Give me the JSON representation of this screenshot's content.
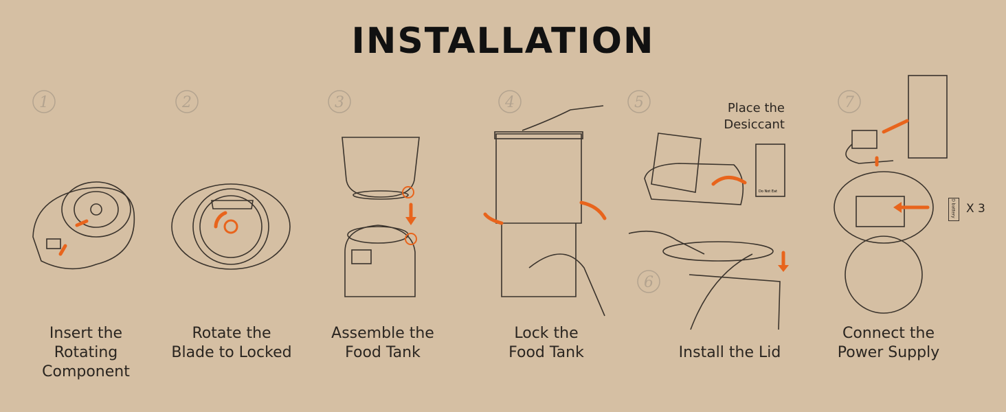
{
  "title": "INSTALLATION",
  "accent_color": "#e8641c",
  "background_color": "#d5bfa3",
  "steps": [
    {
      "number": "1",
      "caption": "Insert the\nRotating\nComponent"
    },
    {
      "number": "2",
      "caption": "Rotate the\nBlade to Locked"
    },
    {
      "number": "3",
      "caption": "Assemble the\nFood Tank"
    },
    {
      "number": "4",
      "caption": "Lock the\nFood Tank"
    },
    {
      "number": "5",
      "caption": "Place the\nDesiccant"
    },
    {
      "number": "6",
      "caption": "Install the Lid"
    },
    {
      "number": "7",
      "caption": "Connect the\nPower Supply"
    }
  ],
  "desiccant_label": "Do Not Eat",
  "battery": {
    "label": "D battery",
    "quantity": "X 3"
  }
}
